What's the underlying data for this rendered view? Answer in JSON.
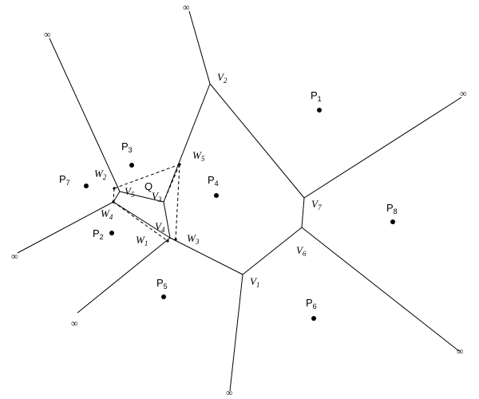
{
  "diagram": {
    "infinity_symbol": "∞",
    "sites": [
      {
        "name": "P",
        "sub": "1"
      },
      {
        "name": "P",
        "sub": "2"
      },
      {
        "name": "P",
        "sub": "3"
      },
      {
        "name": "P",
        "sub": "4"
      },
      {
        "name": "P",
        "sub": "5"
      },
      {
        "name": "P",
        "sub": "6"
      },
      {
        "name": "P",
        "sub": "7"
      },
      {
        "name": "P",
        "sub": "8"
      }
    ],
    "vertices": [
      {
        "name": "V",
        "sub": "1"
      },
      {
        "name": "V",
        "sub": "2"
      },
      {
        "name": "V",
        "sub": "3"
      },
      {
        "name": "V",
        "sub": "4"
      },
      {
        "name": "V",
        "sub": "5"
      },
      {
        "name": "V",
        "sub": "6"
      },
      {
        "name": "V",
        "sub": "7"
      }
    ],
    "new_vertices": [
      {
        "name": "W",
        "sub": "1"
      },
      {
        "name": "W",
        "sub": "2"
      },
      {
        "name": "W",
        "sub": "3"
      },
      {
        "name": "W",
        "sub": "4"
      },
      {
        "name": "W",
        "sub": "5"
      }
    ],
    "query_point": "Q"
  }
}
